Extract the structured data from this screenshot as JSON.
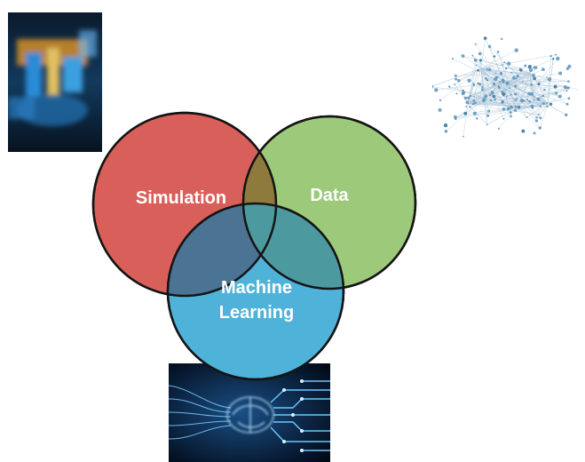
{
  "venn": {
    "sets": [
      {
        "key": "simulation",
        "lines": [
          "Simulation"
        ],
        "color": "#d9605a"
      },
      {
        "key": "data",
        "lines": [
          "Data"
        ],
        "color": "#9dc97a"
      },
      {
        "key": "machine_learning",
        "lines": [
          "Machine",
          "Learning"
        ],
        "color": "#4fb3d9"
      }
    ],
    "outline_color": "#141414",
    "overlap_sim_data_color": "#8f7a3e",
    "overlap_sim_ml_color": "#4a7394",
    "overlap_data_ml_color": "#4c9aa0"
  },
  "images": {
    "top_left": "blurred-blue-orange-tech-photo",
    "network": "network-graph-illustration",
    "brain": "circuit-brain-illustration"
  }
}
